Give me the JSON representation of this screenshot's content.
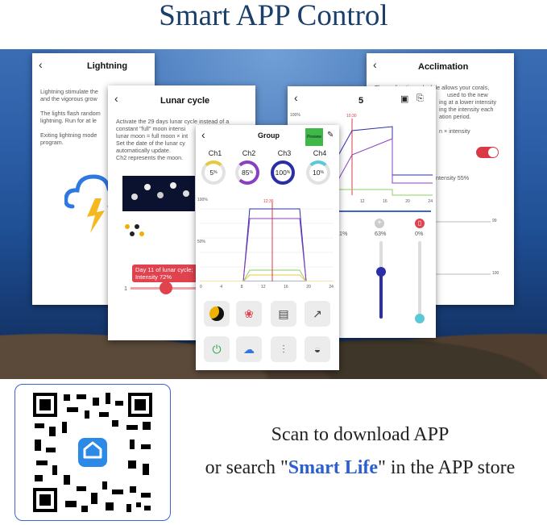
{
  "title": "Smart APP Control",
  "lightning": {
    "title": "Lightning",
    "p1": "Lightning stimulate the",
    "p1b": "and the vigorous grow",
    "p2": "The lights flash random",
    "p2b": "lightning. Run for at le",
    "p3": "Exiting lightning mode",
    "p3b": "program."
  },
  "lunar": {
    "title": "Lunar cycle",
    "l1": "Activate the 29 days lunar cycle instead of a",
    "l2": "constant \"full\" moon intensi",
    "l3": "lunar moon = full moon × int",
    "l4": "Set the date of the lunar cy",
    "l5": "automatically update.",
    "l6": "Ch2 represents the moon.",
    "day_label": "Day 11 of lunar cycle;",
    "intensity_label": "Intensity 72%",
    "min": "1"
  },
  "acclimation": {
    "title": "Acclimation",
    "l1": "The acclimation schedule allows your corals,",
    "l2": "used to the new",
    "l3": "ing at a lower intensity",
    "l4": "ing the intensity each",
    "l5": "ation period.",
    "l6": "n × intensity",
    "l7": "ntensity 55%",
    "v1": "99",
    "v2": "100"
  },
  "program": {
    "title": "5",
    "y_top": "100%",
    "time": "10:30",
    "x_labels": [
      "12",
      "16",
      "20",
      "24"
    ],
    "slider_pcts": [
      "61%",
      "63%",
      "0%"
    ]
  },
  "group": {
    "title": "Group",
    "preview": "Preview",
    "channels": [
      {
        "name": "Ch1",
        "value": "5",
        "unit": "%",
        "color": "#e8c840"
      },
      {
        "name": "Ch2",
        "value": "85",
        "unit": "%",
        "color": "#8a3fc2"
      },
      {
        "name": "Ch3",
        "value": "100",
        "unit": "%",
        "color": "#2a2fa8"
      },
      {
        "name": "Ch4",
        "value": "10",
        "unit": "%",
        "color": "#5ac8d8"
      }
    ],
    "chart_y_top": "100%",
    "chart_y_mid": "50%",
    "chart_time": "12:36",
    "x_labels": [
      "0",
      "4",
      "8",
      "12",
      "16",
      "20",
      "24"
    ]
  },
  "scan_line1": "Scan to download APP",
  "scan_line2a": "or search \"",
  "scan_brand": "Smart Life",
  "scan_line2b": "\" in the APP store",
  "colors": {
    "brand": "#2b5fcf",
    "title": "#1a3f6a",
    "accent": "#d93a46"
  }
}
